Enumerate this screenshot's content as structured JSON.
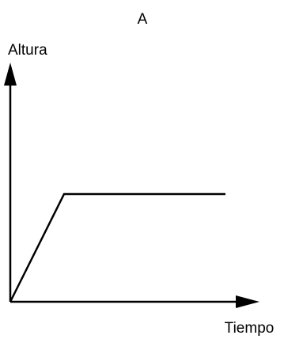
{
  "chart_data": {
    "type": "line",
    "title": "A",
    "xlabel": "Tiempo",
    "ylabel": "Altura",
    "grid": false,
    "series": [
      {
        "points": [
          {
            "x": 0,
            "y": 0
          },
          {
            "x": 0.25,
            "y": 0.5
          },
          {
            "x": 1,
            "y": 0.5
          }
        ]
      }
    ],
    "line_color": "#000000",
    "axis_color": "#000000"
  }
}
